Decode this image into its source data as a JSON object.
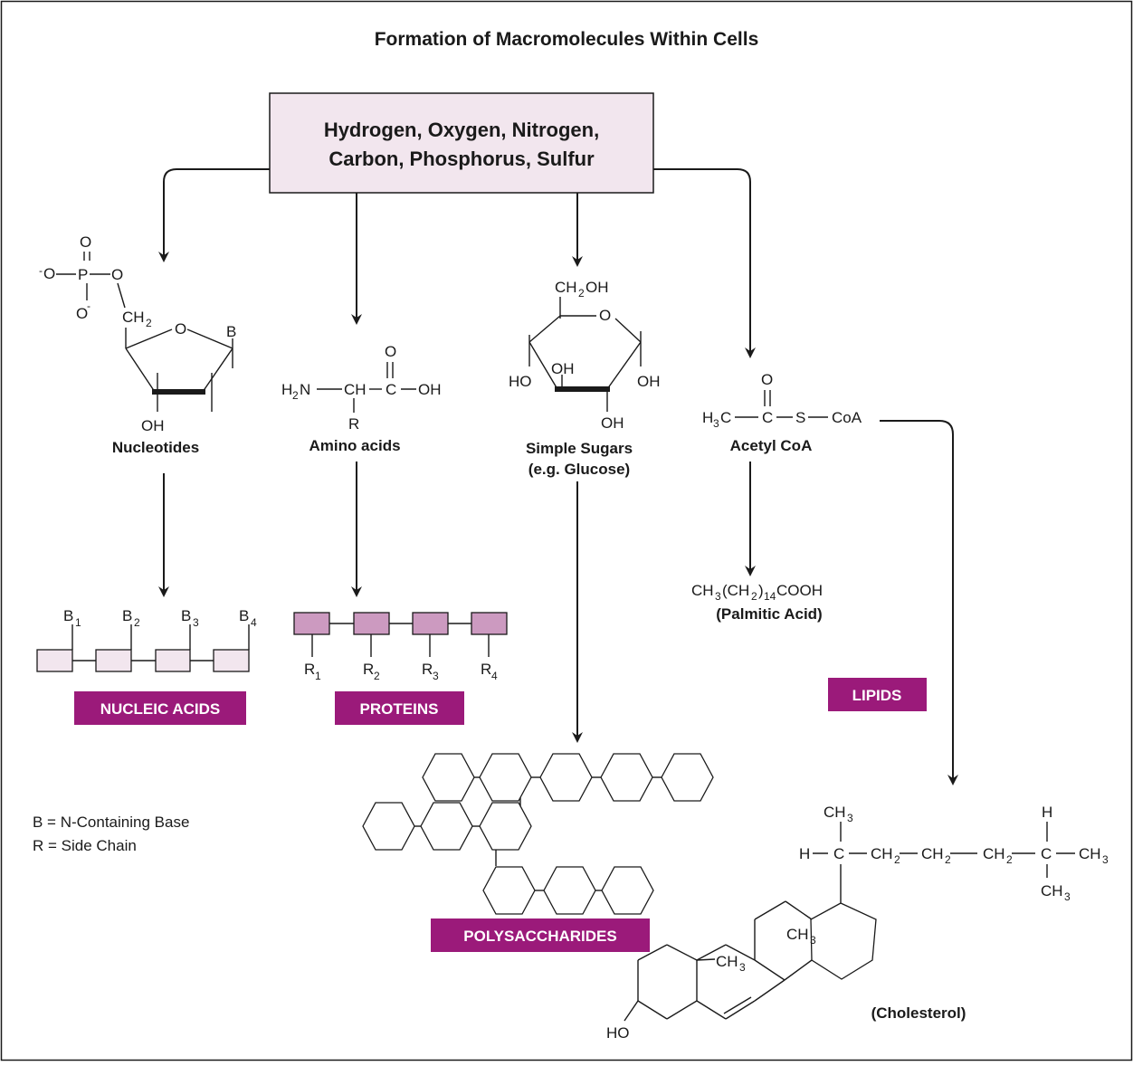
{
  "title": "Formation of Macromolecules Within Cells",
  "elements_box": {
    "line1": "Hydrogen, Oxygen, Nitrogen,",
    "line2": "Carbon, Phosphorus, Sulfur"
  },
  "monomers": {
    "nucleotides": "Nucleotides",
    "amino_acids": "Amino acids",
    "simple_sugars_line1": "Simple Sugars",
    "simple_sugars_line2": "(e.g. Glucose)",
    "acetyl_coa": "Acetyl CoA"
  },
  "palmitic_acid": "(Palmitic Acid)",
  "cholesterol": "(Cholesterol)",
  "macromolecules": {
    "nucleic_acids": "NUCLEIC ACIDS",
    "proteins": "PROTEINS",
    "polysaccharides": "POLYSACCHARIDES",
    "lipids": "LIPIDS"
  },
  "key": {
    "b": "B = N-Containing Base",
    "r": "R = Side Chain"
  },
  "colors": {
    "elements_box_fill": "#f2e6ee",
    "badge": "#9b1a7a",
    "protein_unit": "#cc9ac0",
    "nucleic_unit": "#f2e6ee"
  }
}
